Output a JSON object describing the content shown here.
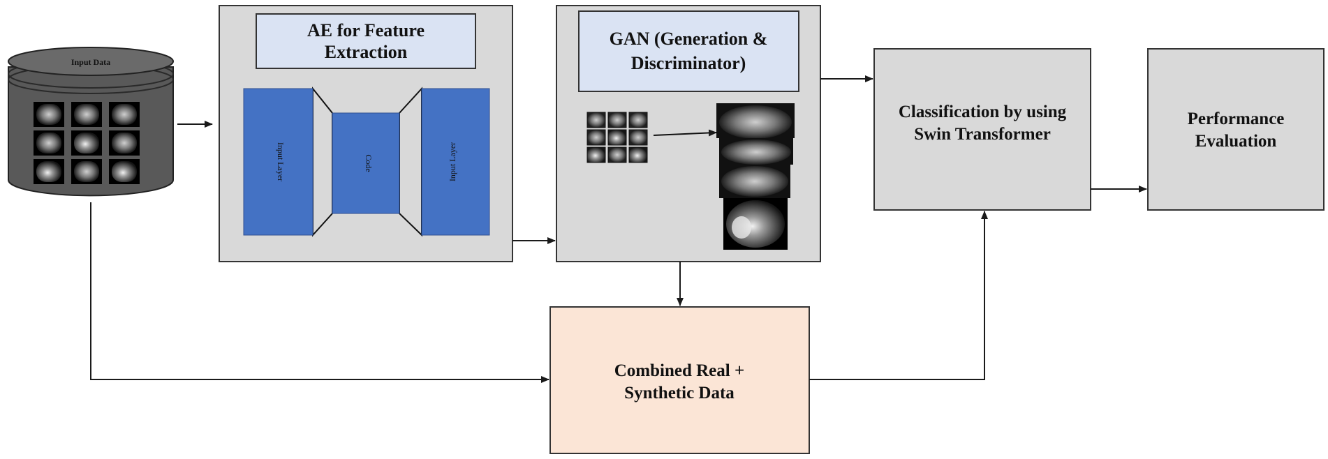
{
  "database": {
    "label": "Input Data"
  },
  "autoencoder": {
    "title_line1": "AE for Feature",
    "title_line2": "Extraction",
    "left_layer": "Input Layer",
    "code_layer": "Code",
    "right_layer": "Input Layer"
  },
  "gan": {
    "title_line1": "GAN (Generation &",
    "title_line2": "Discriminator)"
  },
  "classification": {
    "line1": "Classification by using",
    "line2": "Swin Transformer"
  },
  "evaluation": {
    "line1": "Performance",
    "line2": "Evaluation"
  },
  "combined": {
    "line1": "Combined Real +",
    "line2": "Synthetic Data"
  },
  "colors": {
    "box_fill": "#d9d9d9",
    "title_fill": "#dae3f3",
    "layer_blue": "#4472c4",
    "combined_fill": "#fbe5d6",
    "line": "#1a1a1a"
  }
}
